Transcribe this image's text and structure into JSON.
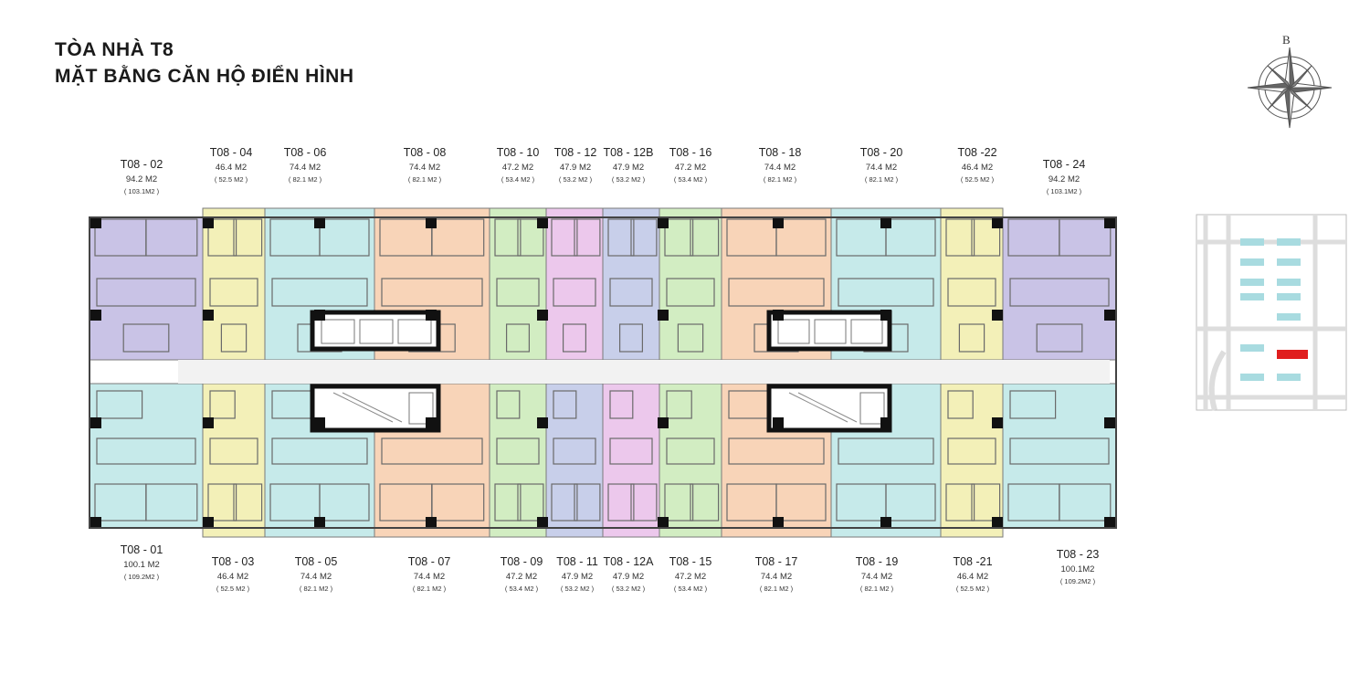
{
  "title": {
    "line1": "TÒA NHÀ T8",
    "line2": "MẶT BẰNG CĂN HỘ ĐIỂN HÌNH"
  },
  "compass": {
    "label": "B"
  },
  "units_top": [
    {
      "code": "T08 - 02",
      "area": "94.2 M2",
      "gross": "( 103.1M2 )",
      "color": "#c9c3e6"
    },
    {
      "code": "T08 - 04",
      "area": "46.4 M2",
      "gross": "( 52.5 M2 )",
      "color": "#f3f0b8"
    },
    {
      "code": "T08 - 06",
      "area": "74.4 M2",
      "gross": "( 82.1 M2 )",
      "color": "#c6eaea"
    },
    {
      "code": "T08 - 08",
      "area": "74.4 M2",
      "gross": "( 82.1 M2 )",
      "color": "#f8d4b8"
    },
    {
      "code": "T08 - 10",
      "area": "47.2 M2",
      "gross": "( 53.4 M2 )",
      "color": "#d2edc2"
    },
    {
      "code": "T08 - 12",
      "area": "47.9 M2",
      "gross": "( 53.2 M2 )",
      "color": "#ecc8ec"
    },
    {
      "code": "T08 - 12B",
      "area": "47.9 M2",
      "gross": "( 53.2 M2 )",
      "color": "#c8cfea"
    },
    {
      "code": "T08 - 16",
      "area": "47.2 M2",
      "gross": "( 53.4 M2 )",
      "color": "#d2edc2"
    },
    {
      "code": "T08 - 18",
      "area": "74.4 M2",
      "gross": "( 82.1 M2 )",
      "color": "#f8d4b8"
    },
    {
      "code": "T08 - 20",
      "area": "74.4 M2",
      "gross": "( 82.1 M2 )",
      "color": "#c6eaea"
    },
    {
      "code": "T08 -22",
      "area": "46.4 M2",
      "gross": "( 52.5 M2 )",
      "color": "#f3f0b8"
    },
    {
      "code": "T08 - 24",
      "area": "94.2 M2",
      "gross": "( 103.1M2 )",
      "color": "#c9c3e6"
    }
  ],
  "units_bottom": [
    {
      "code": "T08 - 01",
      "area": "100.1 M2",
      "gross": "( 109.2M2 )",
      "color": "#c6eaea"
    },
    {
      "code": "T08 - 03",
      "area": "46.4 M2",
      "gross": "( 52.5 M2 )",
      "color": "#f3f0b8"
    },
    {
      "code": "T08 - 05",
      "area": "74.4 M2",
      "gross": "( 82.1 M2 )",
      "color": "#c6eaea"
    },
    {
      "code": "T08 - 07",
      "area": "74.4 M2",
      "gross": "( 82.1 M2 )",
      "color": "#f8d4b8"
    },
    {
      "code": "T08 - 09",
      "area": "47.2 M2",
      "gross": "( 53.4 M2 )",
      "color": "#d2edc2"
    },
    {
      "code": "T08 - 11",
      "area": "47.9 M2",
      "gross": "( 53.2 M2 )",
      "color": "#c8cfea"
    },
    {
      "code": "T08 - 12A",
      "area": "47.9 M2",
      "gross": "( 53.2 M2 )",
      "color": "#ecc8ec"
    },
    {
      "code": "T08 - 15",
      "area": "47.2 M2",
      "gross": "( 53.4 M2 )",
      "color": "#d2edc2"
    },
    {
      "code": "T08 - 17",
      "area": "74.4 M2",
      "gross": "( 82.1 M2 )",
      "color": "#f8d4b8"
    },
    {
      "code": "T08 - 19",
      "area": "74.4 M2",
      "gross": "( 82.1 M2 )",
      "color": "#c6eaea"
    },
    {
      "code": "T08 -21",
      "area": "46.4 M2",
      "gross": "( 52.5 M2 )",
      "color": "#f3f0b8"
    },
    {
      "code": "T08 - 23",
      "area": "100.1M2",
      "gross": "( 109.2M2 )",
      "color": "#c6eaea"
    }
  ],
  "colors": {
    "wall": "#555555",
    "column": "#111111",
    "corridor": "#f1f1f1",
    "site_road": "#dddddd",
    "site_building": "#a8dbe0",
    "site_highlight": "#e01e1e"
  }
}
